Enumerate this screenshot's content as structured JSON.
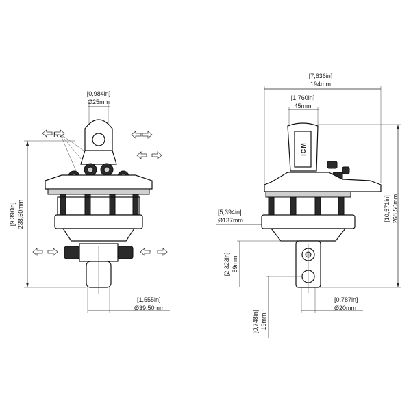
{
  "front_view": {
    "eye_width": {
      "in": "[0,984in]",
      "mm": "Ø25mm"
    },
    "height": {
      "in": "[9,390in]",
      "mm": "238,50mm"
    },
    "shaft_diameter": {
      "in": "[1,555in]",
      "mm": "Ø39,50mm"
    },
    "rotation_label": "R"
  },
  "side_view": {
    "overall_width": {
      "in": "[7,636in]",
      "mm": "194mm"
    },
    "top_width": {
      "in": "[1,760in]",
      "mm": "45mm"
    },
    "flange_diameter": {
      "in": "[5,394in]",
      "mm": "Ø137mm"
    },
    "height": {
      "in": "[10,571in]",
      "mm": "268,50mm"
    },
    "shaft_length": {
      "in": "[2,323in]",
      "mm": "59mm"
    },
    "pin_offset": {
      "in": "[0,748in]",
      "mm": "19mm"
    },
    "pin_diameter": {
      "in": "[0,787in]",
      "mm": "Ø20mm"
    },
    "brand": "ICM"
  }
}
